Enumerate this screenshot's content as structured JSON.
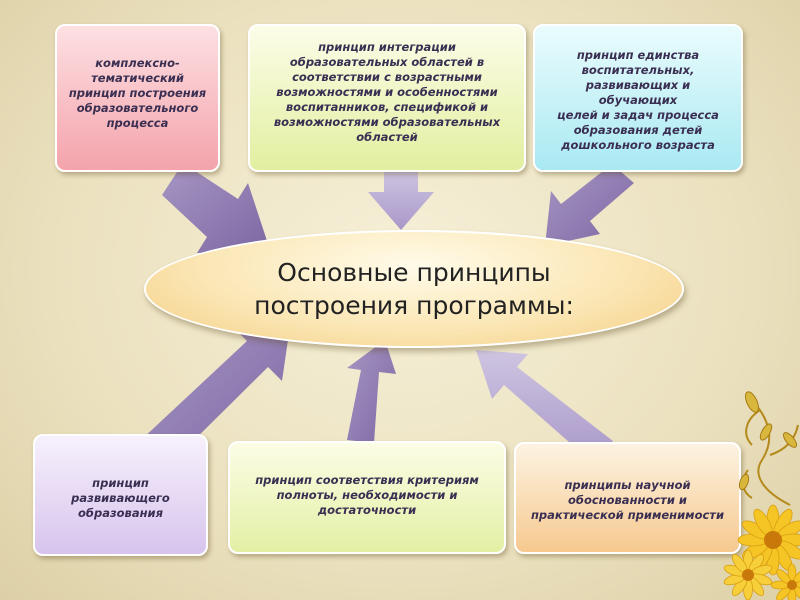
{
  "center": {
    "title": "Основные принципы\nпостроения программы:"
  },
  "principles": [
    {
      "text": "комплексно-\nтематический\nпринцип построения\nобразовательного\nпроцесса"
    },
    {
      "text": "принцип интеграции\nобразовательных областей в\nсоответствии с возрастными\nвозможностями и особенностями\nвоспитанников, спецификой и\nвозможностями образовательных\nобластей"
    },
    {
      "text": "принцип единства\nвоспитательных,\nразвивающих и обучающих\nцелей и задач процесса\nобразования детей\nдошкольного возраста"
    },
    {
      "text": "принцип\nразвивающего\nобразования"
    },
    {
      "text": "принцип соответствия критериям\nполноты, необходимости и\nдостаточности"
    },
    {
      "text": "принципы научной\nобоснованности и\nпрактической применимости"
    }
  ],
  "colors": {
    "arrow_fill": "#8f7cb0",
    "arrow_light": "#b6a8cf",
    "text": "#3a2f52",
    "flower": "#f5c425",
    "vine": "#b58a1c"
  }
}
